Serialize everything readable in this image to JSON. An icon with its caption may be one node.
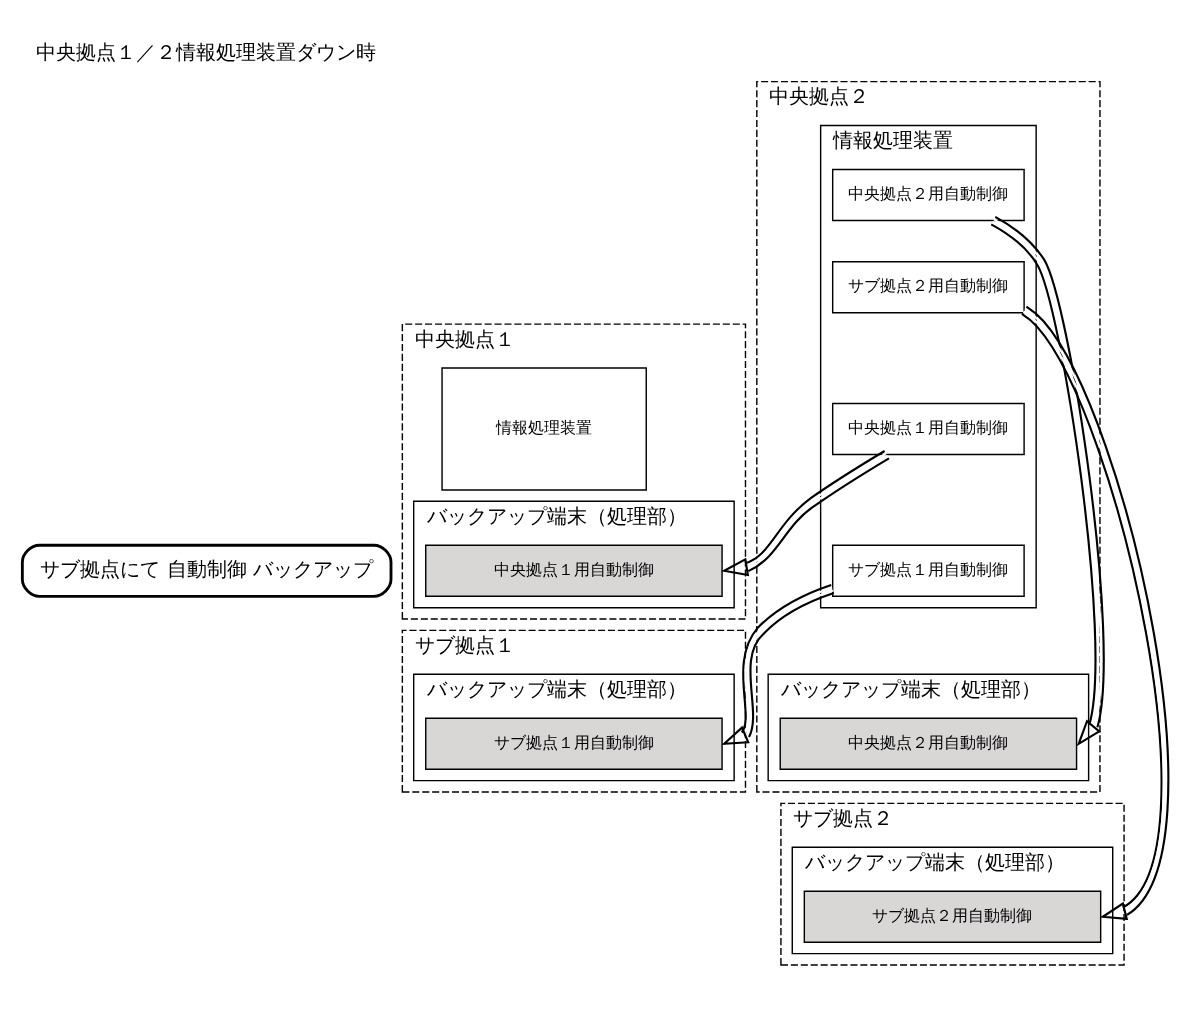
{
  "diagram": {
    "title": "中央拠点１／２情報処理装置ダウン時",
    "nodes": [
      {
        "text": [
          "中央拠点１"
        ]
      },
      {
        "text": [
          "情報処理装置"
        ],
        "in": 0
      },
      {
        "text": [
          "バックアップ端末（処理部）"
        ],
        "in": 0
      },
      {
        "text": [
          "中央拠点１用自動制御"
        ],
        "in": 2
      },
      {
        "text": [
          "中央拠点２"
        ]
      },
      {
        "text": [
          "情報処理装置"
        ],
        "in": 4
      },
      {
        "text": [
          "中央拠点２用自動制御"
        ],
        "in": 5
      },
      {
        "text": [
          "サブ拠点２用自動制御"
        ],
        "in": 5
      },
      {
        "text": [
          "中央拠点１用自動制御"
        ],
        "in": 5
      },
      {
        "text": [
          "サブ拠点１用自動制御"
        ],
        "in": 5
      },
      {
        "text": [
          "バックアップ端末（処理部）"
        ],
        "in": 4
      },
      {
        "text": [
          "中央拠点２用自動制御"
        ],
        "in": 10
      },
      {
        "text": [
          "サブ拠点にて 自動制御 バックアップ"
        ]
      },
      {
        "text": [
          "サブ拠点１"
        ]
      },
      {
        "text": [
          "バックアップ端末（処理部）"
        ],
        "in": 13
      },
      {
        "text": [
          "サブ拠点１用自動制御"
        ],
        "in": 14
      },
      {
        "text": [
          "サブ拠点２"
        ]
      },
      {
        "text": [
          "バックアップ端末（処理部）"
        ],
        "in": 16
      },
      {
        "text": [
          "サブ拠点２用自動制御"
        ],
        "in": 17
      }
    ],
    "edges": [
      {
        "from": 8,
        "to": 3,
        "arrow": "to"
      },
      {
        "from": 9,
        "to": 15,
        "arrow": "to"
      },
      {
        "from": 6,
        "to": 11,
        "arrow": "to"
      },
      {
        "from": 7,
        "to": 18,
        "arrow": "to"
      }
    ]
  }
}
